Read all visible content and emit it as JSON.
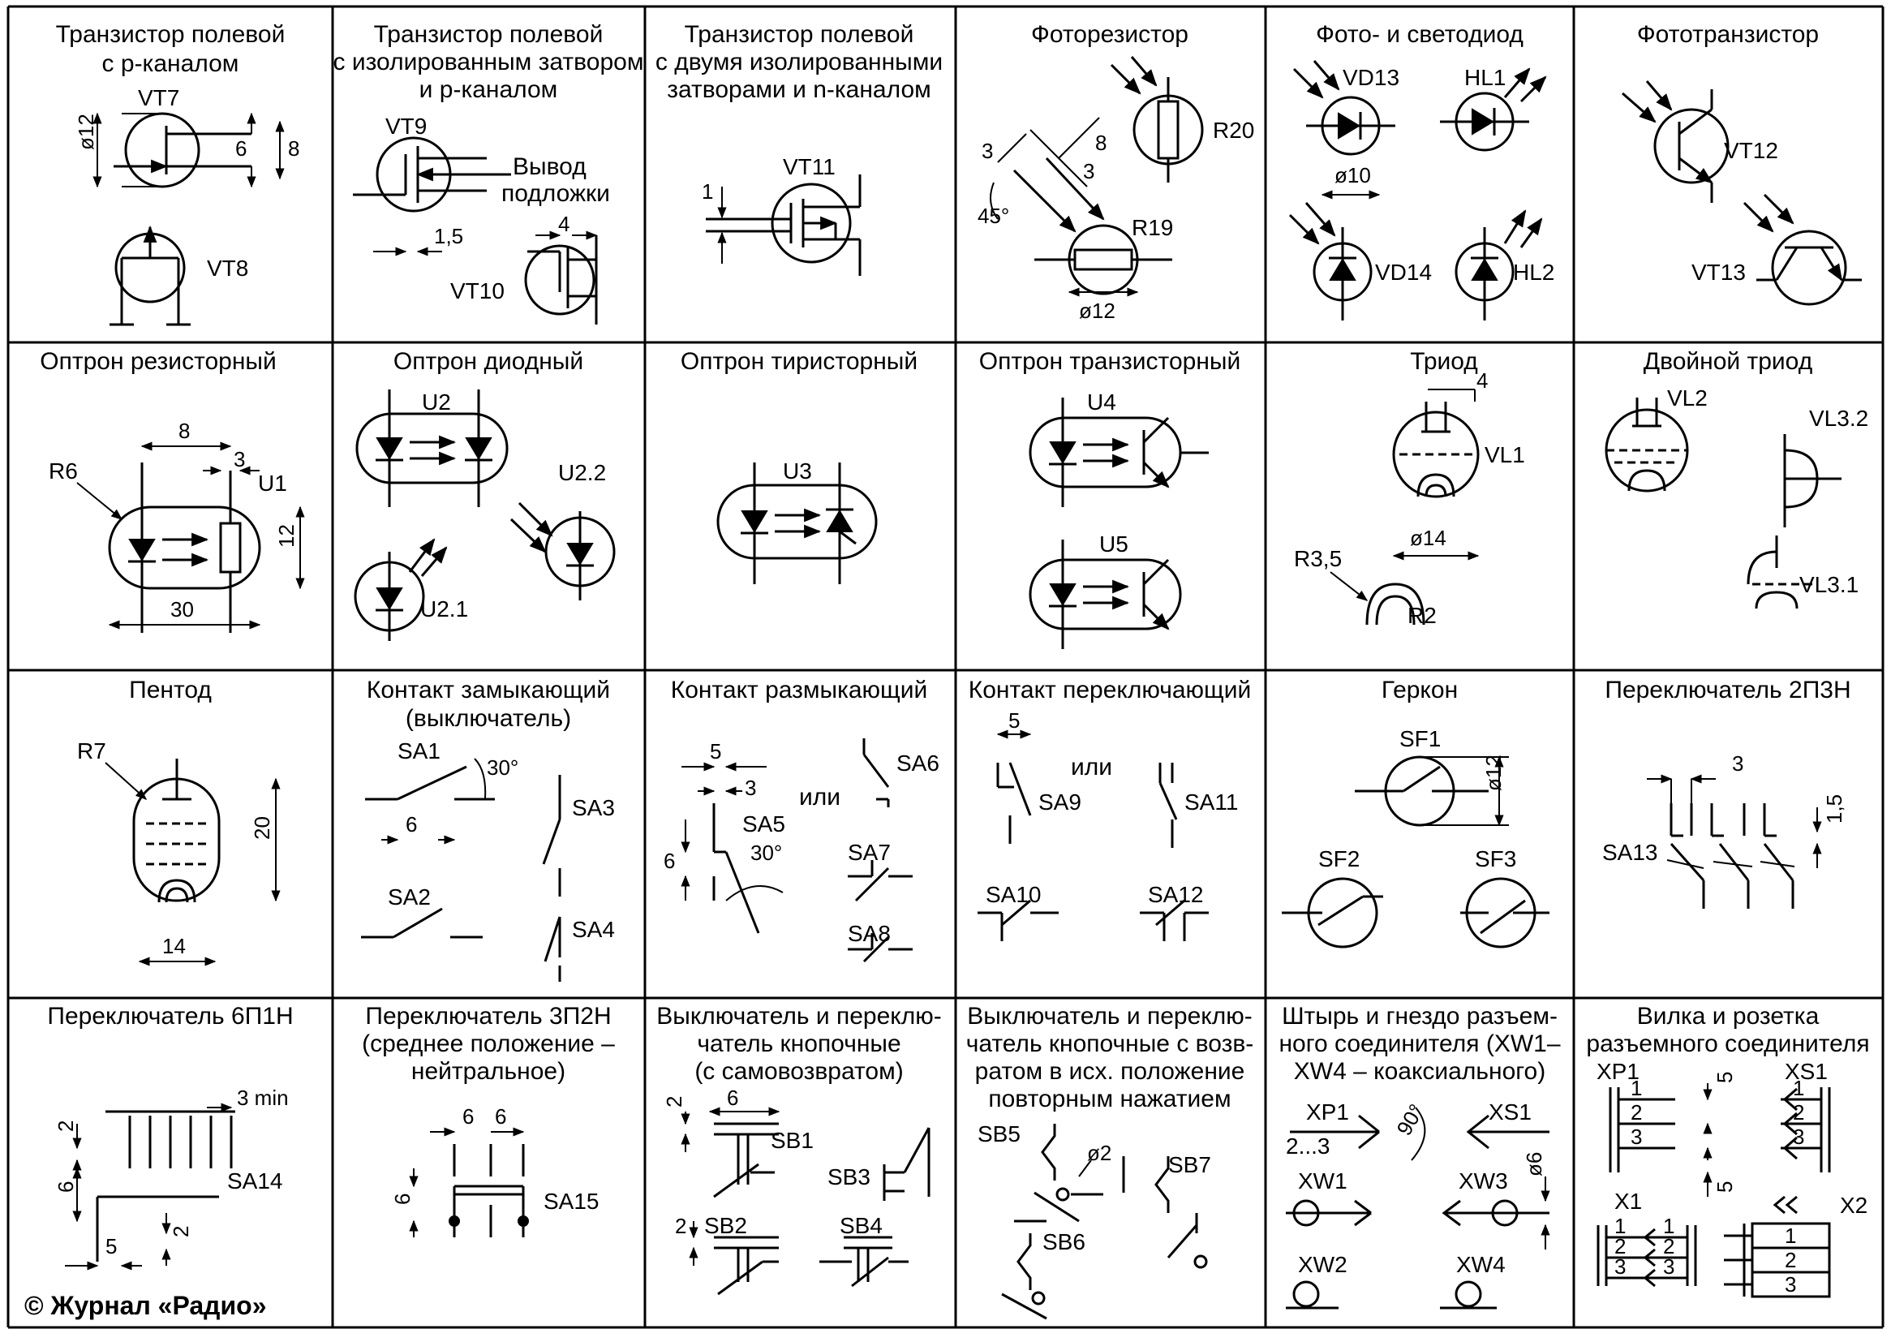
{
  "cells": [
    {
      "caption": [
        "Транзистор полевой",
        "с p-каналом"
      ],
      "labels": [
        "VT7",
        "VT8"
      ],
      "dims": [
        "ø12",
        "6",
        "8"
      ],
      "icon": "jfet-p-channel-icon"
    },
    {
      "caption": [
        "Транзистор полевой",
        "с изолированным затвором",
        "и p-каналом"
      ],
      "labels": [
        "VT9",
        "VT10",
        "Вывод",
        "подложки"
      ],
      "dims": [
        "1,5",
        "4"
      ],
      "icon": "mosfet-p-channel-icon"
    },
    {
      "caption": [
        "Транзистор полевой",
        "с двумя изолированными",
        "затворами и n-каналом"
      ],
      "labels": [
        "VT11"
      ],
      "dims": [
        "1"
      ],
      "icon": "dual-gate-mosfet-icon"
    },
    {
      "caption": [
        "Фоторезистор"
      ],
      "labels": [
        "R20",
        "R19"
      ],
      "dims": [
        "3",
        "8",
        "3",
        "45°",
        "ø12"
      ],
      "icon": "photoresistor-icon"
    },
    {
      "caption": [
        "Фото- и светодиод"
      ],
      "labels": [
        "VD13",
        "HL1",
        "VD14",
        "HL2"
      ],
      "dims": [
        "ø10"
      ],
      "icon": "photodiode-icon"
    },
    {
      "caption": [
        "Фототранзистор"
      ],
      "labels": [
        "VT12",
        "VT13"
      ],
      "dims": [],
      "icon": "phototransistor-icon"
    },
    {
      "caption": [
        "Оптрон резисторный"
      ],
      "labels": [
        "R6",
        "U1"
      ],
      "dims": [
        "8",
        "3",
        "12",
        "30"
      ],
      "icon": "resistor-optocoupler-icon"
    },
    {
      "caption": [
        "Оптрон диодный"
      ],
      "labels": [
        "U2",
        "U2.2",
        "U2.1"
      ],
      "dims": [],
      "icon": "diode-optocoupler-icon"
    },
    {
      "caption": [
        "Оптрон тиристорный"
      ],
      "labels": [
        "U3"
      ],
      "dims": [],
      "icon": "thyristor-optocoupler-icon"
    },
    {
      "caption": [
        "Оптрон транзисторный"
      ],
      "labels": [
        "U4",
        "U5"
      ],
      "dims": [],
      "icon": "transistor-optocoupler-icon"
    },
    {
      "caption": [
        "Триод"
      ],
      "labels": [
        "VL1",
        "R3,5",
        "R2"
      ],
      "dims": [
        "4",
        "ø14"
      ],
      "icon": "triode-icon"
    },
    {
      "caption": [
        "Двойной триод"
      ],
      "labels": [
        "VL2",
        "VL3.2",
        "VL3.1"
      ],
      "dims": [],
      "icon": "double-triode-icon"
    },
    {
      "caption": [
        "Пентод"
      ],
      "labels": [
        "R7"
      ],
      "dims": [
        "20",
        "14"
      ],
      "icon": "pentode-icon"
    },
    {
      "caption": [
        "Контакт замыкающий",
        "(выключатель)"
      ],
      "labels": [
        "SA1",
        "SA3",
        "SA2",
        "SA4"
      ],
      "dims": [
        "30°",
        "6"
      ],
      "icon": "make-contact-icon"
    },
    {
      "caption": [
        "Контакт размыкающий"
      ],
      "labels": [
        "SA6",
        "SA5",
        "SA7",
        "SA8",
        "или"
      ],
      "dims": [
        "5",
        "3",
        "6",
        "30°"
      ],
      "icon": "break-contact-icon"
    },
    {
      "caption": [
        "Контакт переключающий"
      ],
      "labels": [
        "SA9",
        "SA11",
        "SA10",
        "SA12",
        "или"
      ],
      "dims": [
        "5"
      ],
      "icon": "changeover-contact-icon"
    },
    {
      "caption": [
        "Геркон"
      ],
      "labels": [
        "SF1",
        "SF2",
        "SF3"
      ],
      "dims": [
        "ø12"
      ],
      "icon": "reed-switch-icon"
    },
    {
      "caption": [
        "Переключатель 2П3Н"
      ],
      "labels": [
        "SA13"
      ],
      "dims": [
        "3",
        "1,5"
      ],
      "icon": "switch-2p3n-icon"
    },
    {
      "caption": [
        "Переключатель 6П1Н"
      ],
      "labels": [
        "SA14"
      ],
      "dims": [
        "3 min",
        "2",
        "6",
        "5",
        "2"
      ],
      "icon": "switch-6p1n-icon"
    },
    {
      "caption": [
        "Переключатель 3П2Н",
        "(среднее  положение –",
        "нейтральное)"
      ],
      "labels": [
        "SA15"
      ],
      "dims": [
        "6",
        "6",
        "6"
      ],
      "icon": "switch-3p2n-icon"
    },
    {
      "caption": [
        "Выключатель и переклю-",
        "чатель кнопочные",
        "(с самовозвратом)"
      ],
      "labels": [
        "SB1",
        "SB3",
        "SB2",
        "SB4"
      ],
      "dims": [
        "2",
        "6",
        "2"
      ],
      "icon": "push-button-icon"
    },
    {
      "caption": [
        "Выключатель и переклю-",
        "чатель кнопочные с возв-",
        "ратом в исх. положение",
        "повторным нажатием"
      ],
      "labels": [
        "SB5",
        "SB7",
        "SB6"
      ],
      "dims": [
        "ø2"
      ],
      "icon": "latching-button-icon"
    },
    {
      "caption": [
        "Штырь и гнездо разъем-",
        "ного соединителя (XW1–",
        "XW4 – коаксиального)"
      ],
      "labels": [
        "XP1",
        "XS1",
        "2...3",
        "XW1",
        "XW3",
        "XW2",
        "XW4"
      ],
      "dims": [
        "90°",
        "ø6"
      ],
      "icon": "pin-socket-icon"
    },
    {
      "caption": [
        "Вилка и розетка",
        "разъемного соединителя"
      ],
      "labels": [
        "XP1",
        "XS1",
        "X1",
        "X2"
      ],
      "dims": [
        "5",
        "5"
      ],
      "icon": "plug-socket-icon"
    }
  ],
  "pins": {
    "left": [
      "1",
      "2",
      "3"
    ],
    "right": [
      "1",
      "2",
      "3"
    ],
    "x1a": [
      "1",
      "2",
      "3"
    ],
    "x1b": [
      "1",
      "2",
      "3"
    ],
    "x2": [
      "1",
      "2",
      "3"
    ]
  },
  "copyright": "© Журнал «Радио»"
}
